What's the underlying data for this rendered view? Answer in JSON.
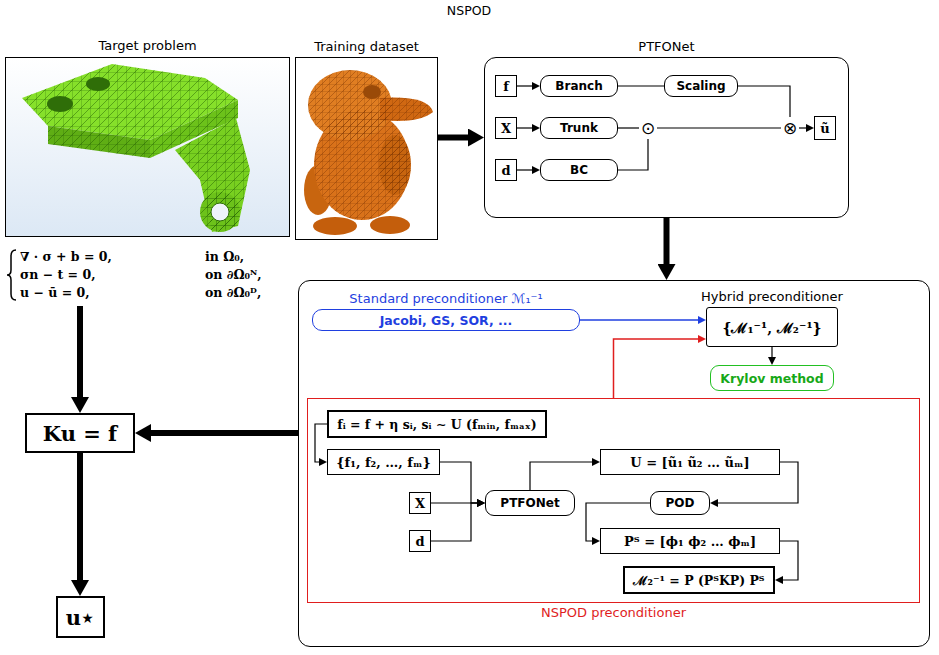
{
  "diagram": {
    "title": "NSPOD",
    "nodes": [
      {
        "text": [
          "Target problem"
        ]
      },
      {
        "text": [
          "Training dataset"
        ]
      },
      {
        "text": [
          "PTFONet"
        ]
      },
      {
        "text": [
          "f"
        ],
        "in": 2
      },
      {
        "text": [
          "Branch"
        ],
        "in": 2
      },
      {
        "text": [
          "Scaling"
        ],
        "in": 2
      },
      {
        "text": [
          "X"
        ],
        "in": 2
      },
      {
        "text": [
          "Trunk"
        ],
        "in": 2
      },
      {
        "text": [
          "⊙"
        ],
        "in": 2
      },
      {
        "text": [
          "⊗"
        ],
        "in": 2
      },
      {
        "text": [
          "ũ"
        ],
        "in": 2
      },
      {
        "text": [
          "d"
        ],
        "in": 2
      },
      {
        "text": [
          "BC"
        ],
        "in": 2
      },
      {
        "text": []
      },
      {
        "text": [
          "Standard preconditioner ℳ₁⁻¹",
          "Jacobi, GS, SOR, ..."
        ],
        "in": 13
      },
      {
        "text": [
          "Hybrid preconditioner",
          "{ℳ₁⁻¹, ℳ₂⁻¹}"
        ],
        "in": 13
      },
      {
        "text": [
          "Krylov method"
        ],
        "in": 13
      },
      {
        "text": [
          "NSPOD preconditioner"
        ],
        "in": 13
      },
      {
        "text": [
          "fᵢ = f + η sᵢ, sᵢ ∼ U (fₘᵢₙ, fₘₐₓ)"
        ],
        "in": 17
      },
      {
        "text": [
          "{f₁, f₂, …, fₘ}"
        ],
        "in": 17
      },
      {
        "text": [
          "U = [ũ₁ ũ₂ … ũₘ]"
        ],
        "in": 17
      },
      {
        "text": [
          "X"
        ],
        "in": 17
      },
      {
        "text": [
          "PTFONet"
        ],
        "in": 17
      },
      {
        "text": [
          "POD"
        ],
        "in": 17
      },
      {
        "text": [
          "d"
        ],
        "in": 17
      },
      {
        "text": [
          "Pᵀ = [ϕ₁ ϕ₂ … ϕₘ]"
        ],
        "in": 17
      },
      {
        "text": [
          "ℳ₂⁻¹ = P (PᵀKP) Pᵀ"
        ],
        "in": 17
      },
      {
        "text": [
          "Ku = f"
        ]
      },
      {
        "text": [
          "u⋆"
        ]
      }
    ],
    "edges": [
      {
        "from": 1,
        "to": 2,
        "arrow": "to"
      },
      {
        "from": 2,
        "to": 13,
        "arrow": "to"
      },
      {
        "from": 0,
        "to": 27,
        "arrow": "to"
      },
      {
        "from": 13,
        "to": 27,
        "arrow": "to"
      },
      {
        "from": 27,
        "to": 28,
        "arrow": "to"
      },
      {
        "from": 3,
        "to": 4,
        "arrow": "to"
      },
      {
        "from": 4,
        "to": 5,
        "arrow": "none"
      },
      {
        "from": 5,
        "to": 9,
        "arrow": "none"
      },
      {
        "from": 6,
        "to": 7,
        "arrow": "to"
      },
      {
        "from": 7,
        "to": 8,
        "arrow": "none"
      },
      {
        "from": 11,
        "to": 12,
        "arrow": "to"
      },
      {
        "from": 12,
        "to": 8,
        "arrow": "none"
      },
      {
        "from": 8,
        "to": 9,
        "arrow": "none"
      },
      {
        "from": 9,
        "to": 10,
        "arrow": "to"
      },
      {
        "from": 14,
        "to": 15,
        "arrow": "to"
      },
      {
        "from": 17,
        "to": 15,
        "arrow": "to"
      },
      {
        "from": 15,
        "to": 16,
        "arrow": "to"
      },
      {
        "from": 18,
        "to": 19,
        "arrow": "to"
      },
      {
        "from": 19,
        "to": 22,
        "arrow": "to"
      },
      {
        "from": 21,
        "to": 22,
        "arrow": "to"
      },
      {
        "from": 24,
        "to": 22,
        "arrow": "to"
      },
      {
        "from": 22,
        "to": 20,
        "arrow": "to"
      },
      {
        "from": 20,
        "to": 23,
        "arrow": "to"
      },
      {
        "from": 23,
        "to": 25,
        "arrow": "to"
      },
      {
        "from": 25,
        "to": 26,
        "arrow": "to"
      }
    ],
    "labels": [
      "∇ · σ + b = 0,",
      "in Ω₀,",
      "σn − t = 0,",
      "on ∂Ω₀ᴺ,",
      "u − ū = 0,",
      "on ∂Ω₀ᴰ,"
    ]
  }
}
